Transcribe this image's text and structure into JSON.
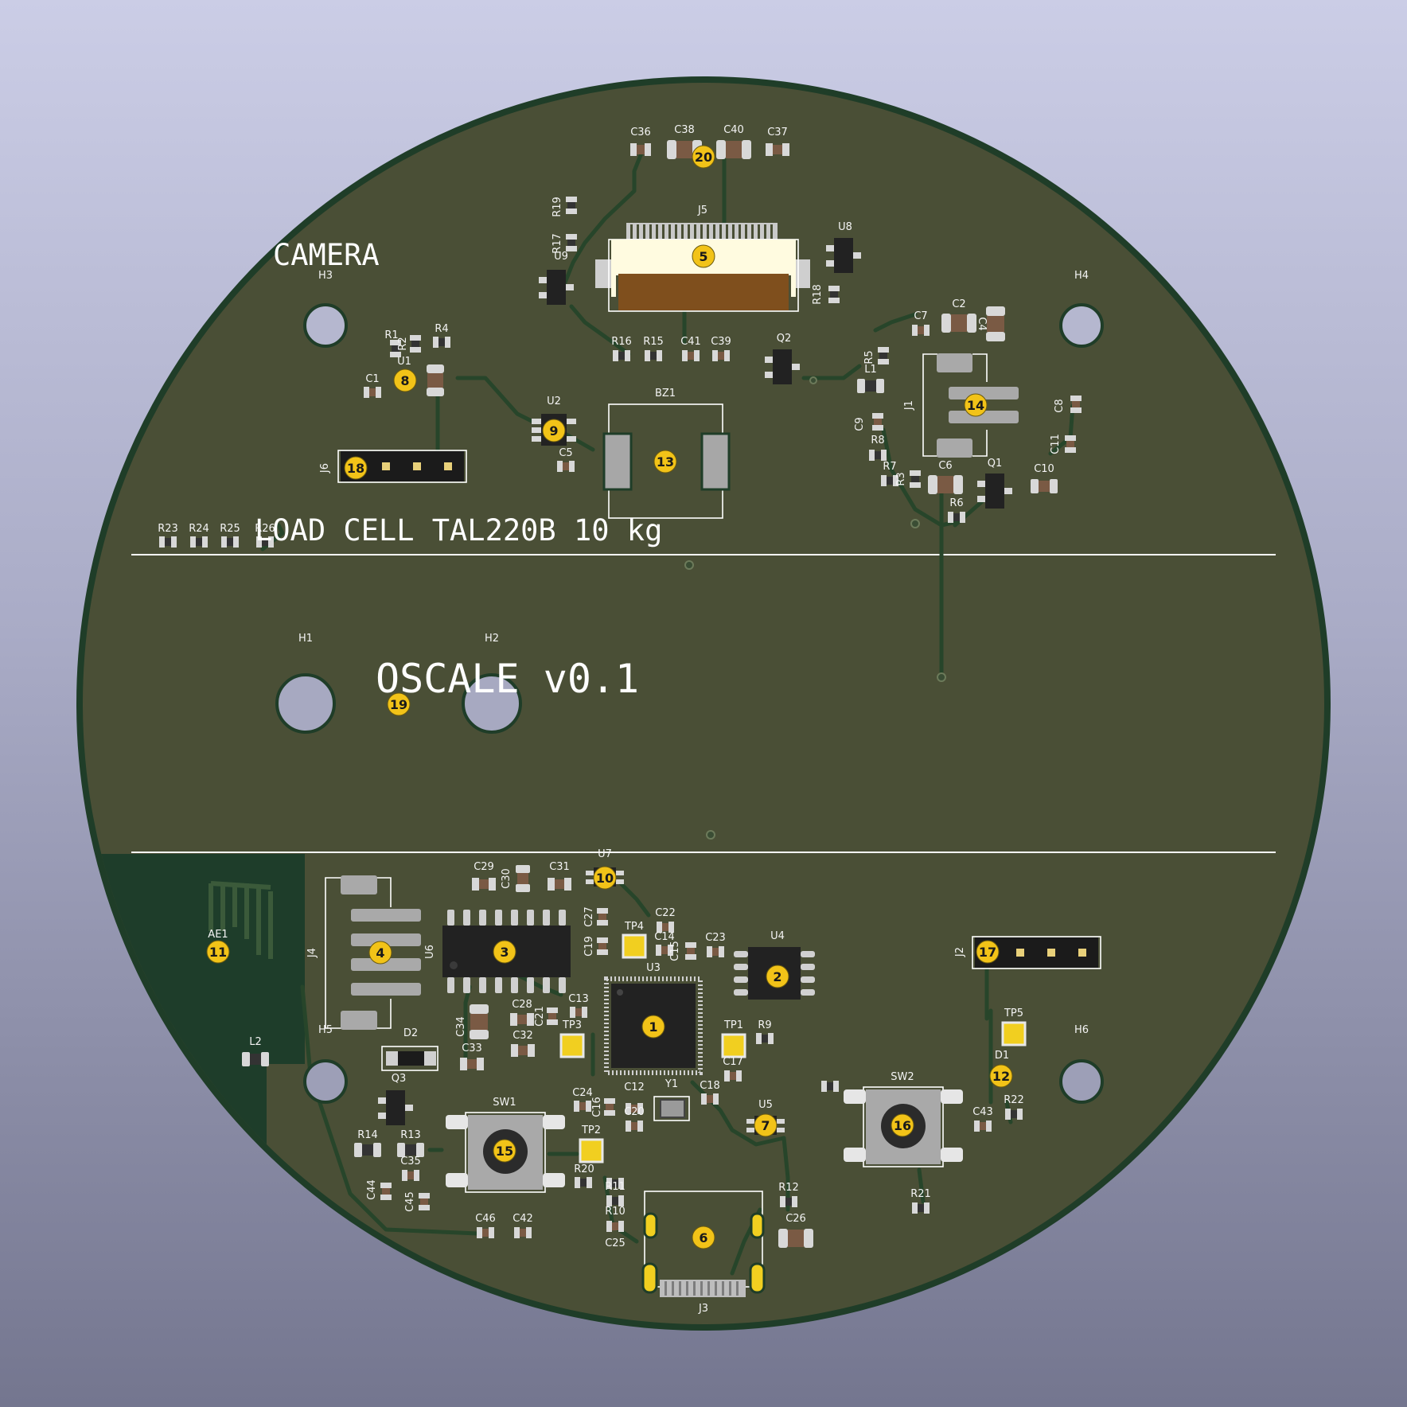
{
  "colors": {
    "board": "#4a4f36",
    "board_edge": "#1f3d28",
    "copper_fill": "#1e3d2a",
    "silkscreen": "#ffffff",
    "badge": "#f2c318",
    "test_pad": "#f1cf20"
  },
  "labels": {
    "camera": "CAMERA",
    "load_cell": "LOAD CELL TAL220B 10 kg",
    "title": "OSCALE v0.1"
  },
  "mounting_holes": [
    {
      "ref": "H1"
    },
    {
      "ref": "H2"
    },
    {
      "ref": "H3"
    },
    {
      "ref": "H4"
    },
    {
      "ref": "H5"
    },
    {
      "ref": "H6"
    }
  ],
  "markers": [
    "1",
    "2",
    "3",
    "4",
    "5",
    "6",
    "7",
    "8",
    "9",
    "10",
    "11",
    "12",
    "13",
    "14",
    "15",
    "16",
    "17",
    "18",
    "19",
    "20"
  ],
  "references": [
    "C36",
    "C38",
    "C40",
    "C37",
    "R19",
    "J5",
    "R17",
    "U9",
    "U8",
    "R18",
    "R16",
    "R15",
    "C41",
    "C39",
    "Q2",
    "R1",
    "R2",
    "R4",
    "U1",
    "C1",
    "U2",
    "C5",
    "BZ1",
    "J6",
    "R23",
    "R24",
    "R25",
    "R26",
    "C7",
    "C2",
    "C4",
    "R5",
    "L1",
    "C9",
    "J1",
    "C8",
    "R8",
    "R7",
    "R3",
    "C6",
    "Q1",
    "C11",
    "C10",
    "R6",
    "C29",
    "C30",
    "C31",
    "U7",
    "C27",
    "C22",
    "TP4",
    "C19",
    "C14",
    "C15",
    "C23",
    "U4",
    "U6",
    "J4",
    "U3",
    "C28",
    "C13",
    "C21",
    "C34",
    "TP3",
    "TP1",
    "R9",
    "C17",
    "C33",
    "C32",
    "D2",
    "L2",
    "Q3",
    "AE1",
    "C24",
    "C16",
    "C12",
    "Y1",
    "C18",
    "C20",
    "U5",
    "SW1",
    "TP2",
    "R20",
    "R14",
    "R13",
    "C35",
    "C44",
    "C45",
    "C46",
    "C42",
    "R11",
    "R10",
    "C25",
    "R12",
    "C26",
    "J3",
    "J2",
    "TP5",
    "D1",
    "R22",
    "C43",
    "SW2",
    "R21"
  ]
}
